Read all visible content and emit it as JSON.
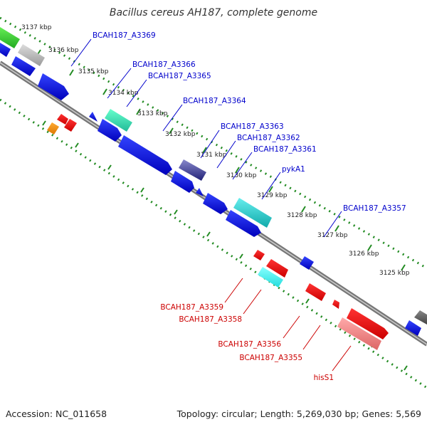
{
  "title": "Bacillus cereus AH187, complete genome",
  "footer": {
    "accession": "Accession: NC_011658",
    "topology": "Topology: circular; Length: 5,269,030 bp; Genes: 5,569"
  },
  "kbp_labels": [
    "3137 kbp",
    "3136 kbp",
    "3135 kbp",
    "3134 kbp",
    "3133 kbp",
    "3132 kbp",
    "3131 kbp",
    "3130 kbp",
    "3129 kbp",
    "3128 kbp",
    "3127 kbp",
    "3126 kbp",
    "3125 kbp"
  ],
  "forward_genes": [
    "BCAH187_A3369",
    "BCAH187_A3366",
    "BCAH187_A3365",
    "BCAH187_A3364",
    "BCAH187_A3363",
    "BCAH187_A3362",
    "BCAH187_A3361",
    "pykA1",
    "BCAH187_A3357"
  ],
  "reverse_genes": [
    "BCAH187_A3359",
    "BCAH187_A3358",
    "BCAH187_A3356",
    "BCAH187_A3355",
    "hisS1"
  ],
  "colors": {
    "forward_label": "#0000cc",
    "reverse_label": "#cc0000",
    "backbone": "#777777",
    "tick": "#228b22",
    "gene_blue": "#0000dd",
    "gene_red": "#ee0000",
    "gene_green": "#33cc33",
    "gene_grey": "#aaaaaa",
    "gene_teal": "#33ddbb",
    "gene_cyan": "#22cccc",
    "gene_navy": "#333399",
    "gene_pink": "#ee7777",
    "gene_orange": "#ee8800"
  }
}
